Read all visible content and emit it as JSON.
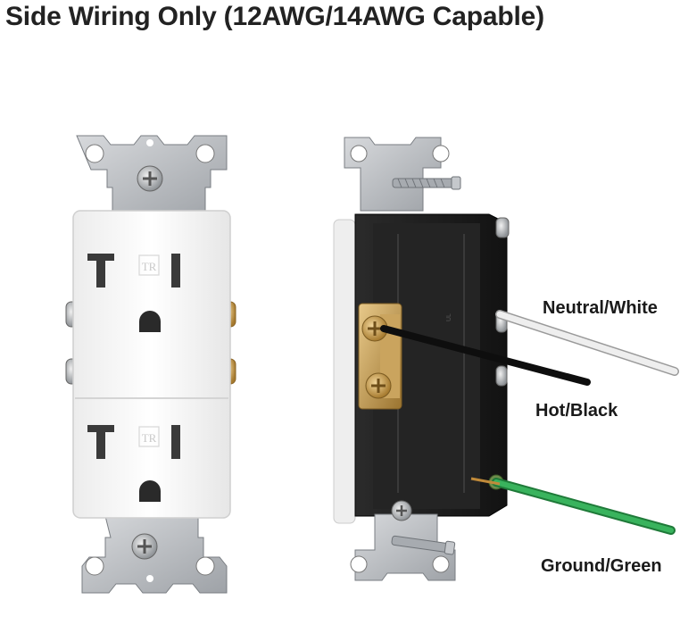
{
  "title": "Side Wiring Only (12AWG/14AWG Capable)",
  "labels": {
    "neutral": "Neutral/White",
    "hot": "Hot/Black",
    "ground": "Ground/Green"
  },
  "receptacle_marks": {
    "tr": "TR"
  },
  "colors": {
    "wire_neutral": "#e6e6e6",
    "wire_hot": "#111111",
    "wire_ground": "#2fa84f",
    "brass": "#c9a25a",
    "strap": "#b9bcc0",
    "face": "#f7f7f7",
    "body_back": "#1e1e1e"
  }
}
